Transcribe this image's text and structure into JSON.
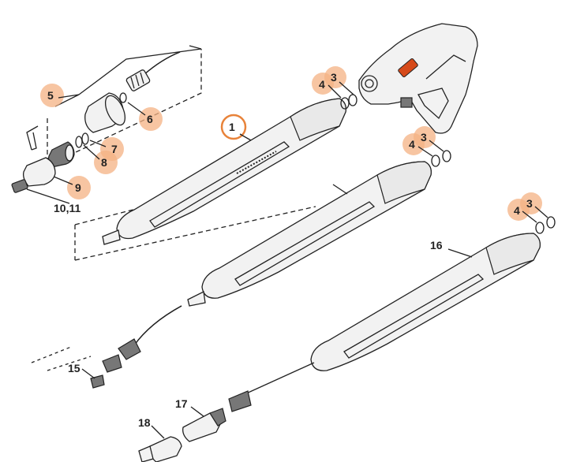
{
  "diagram": {
    "highlight_color": "#f4b183",
    "selected_outline_color": "#e8833a",
    "labels": {
      "p1": "1",
      "p3a": "3",
      "p4a": "4",
      "p3b": "3",
      "p4b": "4",
      "p3c": "3",
      "p4c": "4",
      "p5": "5",
      "p6": "6",
      "p7": "7",
      "p8": "8",
      "p9": "9",
      "p10_11": "10,11",
      "p15": "15",
      "p16": "16",
      "p17": "17",
      "p18": "18"
    }
  }
}
